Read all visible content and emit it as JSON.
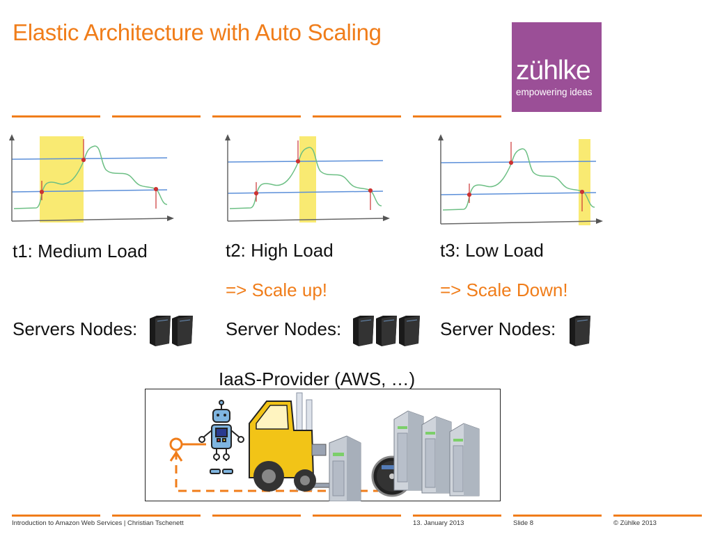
{
  "slide": {
    "title": "Elastic Architecture with Auto Scaling",
    "logo": {
      "brand": "zühlke",
      "tagline": "empowering ideas"
    },
    "colors": {
      "accent": "#f07d1a",
      "logo_bg": "#9b4f97",
      "highlight": "#f9ea72",
      "threshold_line": "#5b8fd9",
      "load_curve": "#6cbf84",
      "scale_marker": "#cc3333"
    },
    "columns": [
      {
        "label": "t1: Medium Load",
        "action": "",
        "servers_label": "Servers Nodes:",
        "server_count": 2
      },
      {
        "label": "t2: High Load",
        "action": "=> Scale up!",
        "servers_label": "Server Nodes:",
        "server_count": 3
      },
      {
        "label": "t3: Low Load",
        "action": "=> Scale Down!",
        "servers_label": "Server Nodes:",
        "server_count": 1
      }
    ],
    "iaas": {
      "title": "IaaS-Provider (AWS, …)",
      "icons": [
        "connector-node-icon",
        "robot-icon",
        "forklift-icon",
        "server-rack-icon",
        "speedometer-icon",
        "server-cluster-icon"
      ]
    },
    "footer": {
      "presentation": "Introduction to Amazon Web Services | Christian Tschenett",
      "date": "13. January 2013",
      "slide": "Slide 8",
      "copyright": "© Zühlke 2013"
    }
  }
}
